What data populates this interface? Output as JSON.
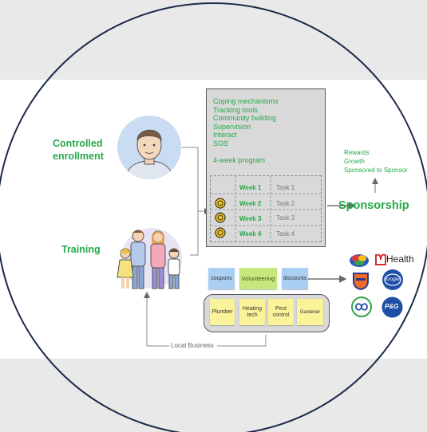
{
  "left": {
    "enrollment_line1": "Controlled",
    "enrollment_line2": "enrollment",
    "training": "Training"
  },
  "program_box": {
    "items": [
      "Coping mechanisms",
      "Tracking tools",
      "Community building",
      "Supervision",
      "Interact",
      "SOS"
    ],
    "program_label": "4-week program",
    "weeks": [
      {
        "week": "Week 1",
        "task": "Task 1",
        "coin": false
      },
      {
        "week": "Week 2",
        "task": "Task 2",
        "coin": true
      },
      {
        "week": "Week 3",
        "task": "Task 3",
        "coin": true
      },
      {
        "week": "Week 4",
        "task": "Task 4",
        "coin": true
      }
    ]
  },
  "outcomes": {
    "rewards": "Rewards",
    "growth": "Growth",
    "sponsored": "Sponsored to Sponsor",
    "sponsorship": "Sponsorship"
  },
  "benefits": {
    "coupons": "coupons",
    "volunteering": "Volunteering",
    "discounts": "discounts"
  },
  "businesses": {
    "plumber": "Plumber",
    "heating_line1": "Heating",
    "heating_line2": "tech",
    "pest_line1": "Pest",
    "pest_line2": "control",
    "gardener": "Gardener",
    "local_business": "Local Business"
  },
  "sponsors": {
    "health": "Health",
    "kroger": "Kroger",
    "pg": "P&G"
  },
  "colors": {
    "accent_green": "#27a84a",
    "navy_circle": "#1c2b4a",
    "panel_gray": "#d9d9d9",
    "sticky_blue": "#a9cff3",
    "sticky_green": "#c6e67e",
    "sticky_yellow": "#fbf39a",
    "coin_gold": "#f2c21b"
  }
}
